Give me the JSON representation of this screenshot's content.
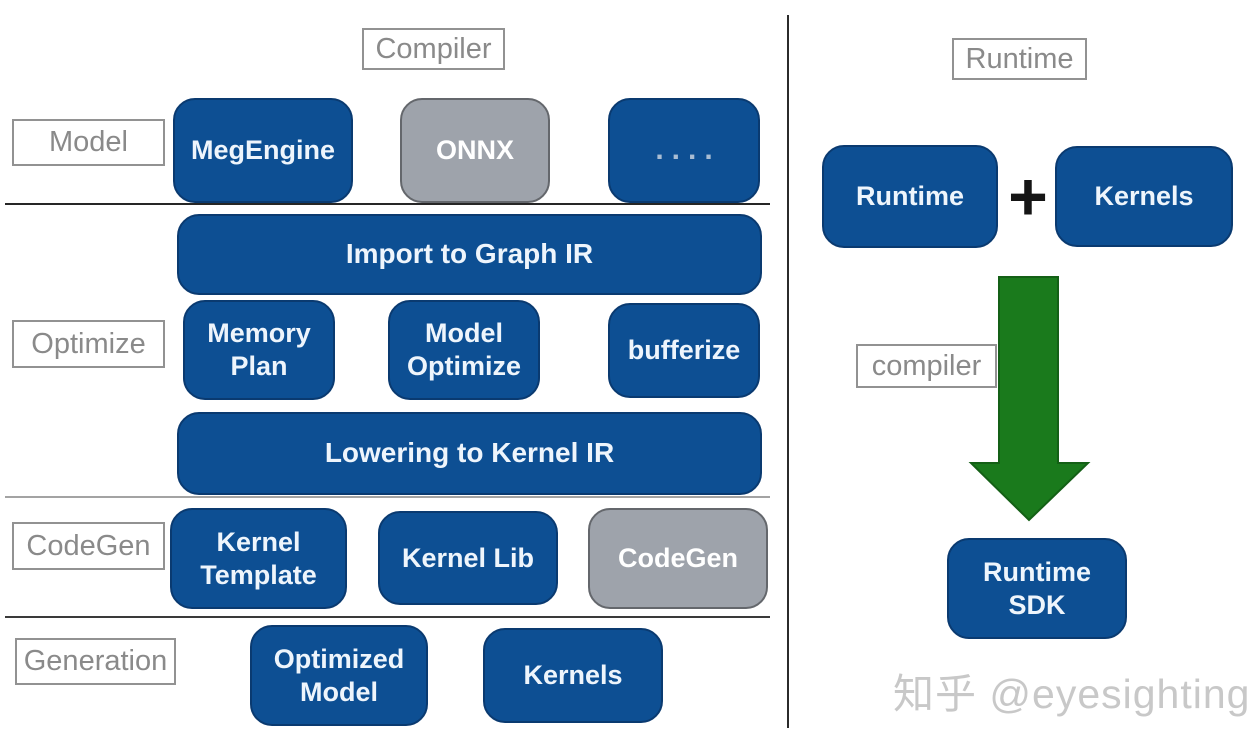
{
  "colors": {
    "box_blue": "#0d4f93",
    "box_gray": "#9ea3ab",
    "arrow_green": "#1a7a1c",
    "label_gray": "#8a8a8a",
    "watermark_gray": "#c8c8c8"
  },
  "compiler": {
    "title": "Compiler",
    "rows": {
      "model": {
        "label": "Model",
        "boxes": [
          {
            "text": "MegEngine"
          },
          {
            "text": "ONNX"
          },
          {
            "text": "...."
          }
        ]
      },
      "import": {
        "text": "Import to Graph IR"
      },
      "optimize": {
        "label": "Optimize",
        "boxes": [
          {
            "text": "Memory Plan"
          },
          {
            "text": "Model Optimize"
          },
          {
            "text": "bufferize"
          }
        ]
      },
      "lowering": {
        "text": "Lowering to Kernel IR"
      },
      "codegen": {
        "label": "CodeGen",
        "boxes": [
          {
            "text": "Kernel Template"
          },
          {
            "text": "Kernel Lib"
          },
          {
            "text": "CodeGen"
          }
        ]
      },
      "generation": {
        "label": "Generation",
        "boxes": [
          {
            "text": "Optimized Model"
          },
          {
            "text": "Kernels"
          }
        ]
      }
    }
  },
  "runtime": {
    "title": "Runtime",
    "runtime_box": {
      "text": "Runtime"
    },
    "plus_sign": "+",
    "kernels_box": {
      "text": "Kernels"
    },
    "compiler_label": "compiler",
    "sdk_box": {
      "text": "Runtime SDK"
    }
  },
  "watermark": {
    "text": "知乎 @eyesighting"
  }
}
